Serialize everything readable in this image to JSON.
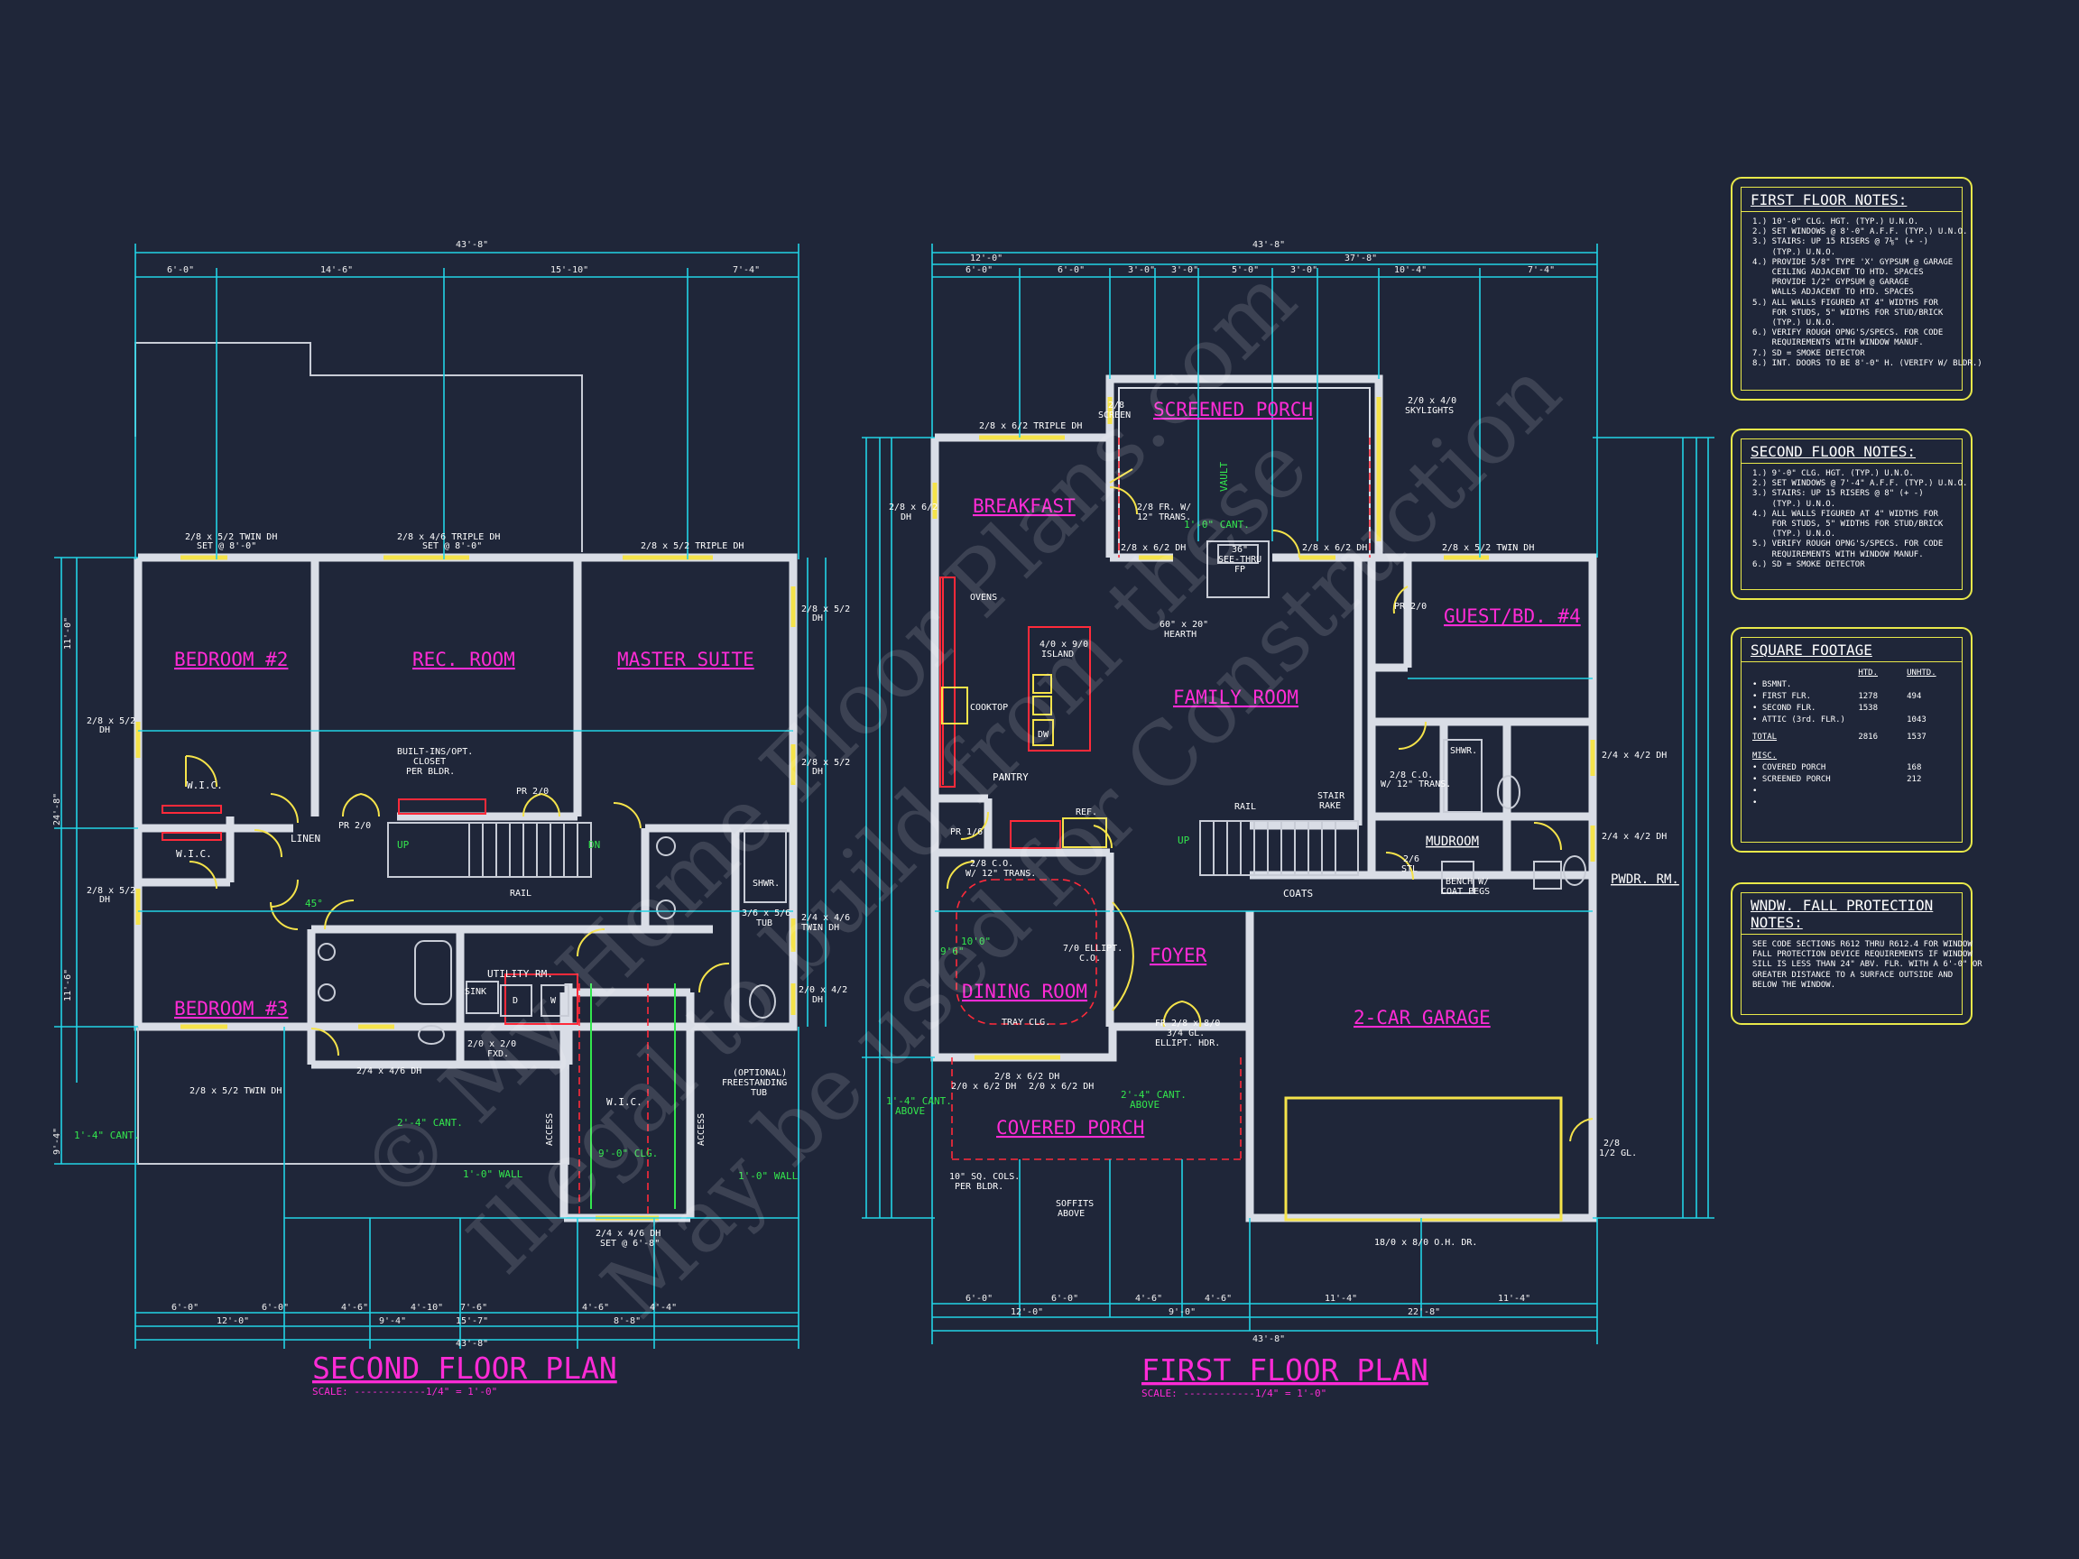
{
  "watermark": {
    "line1": "© My Home Floor Plans.com",
    "line2": "Illegal to build from these",
    "line3": "May be used for Construction"
  },
  "second_floor": {
    "title": "SECOND FLOOR PLAN",
    "scale": "SCALE: ------------1/4\" = 1'-0\"",
    "rooms": {
      "bedroom2": "BEDROOM #2",
      "rec_room": "REC. ROOM",
      "master_suite": "MASTER SUITE",
      "bedroom3": "BEDROOM #3"
    },
    "dims_top": [
      "43'-8\"",
      "6'-0\"",
      "14'-6\"",
      "15'-10\"",
      "7'-4\""
    ],
    "dims_bottom": [
      "6'-0\"",
      "6'-0\"",
      "4'-6\"",
      "4'-10\"",
      "7'-6\"",
      "4'-6\"",
      "4'-4\"",
      "12'-0\"",
      "9'-4\"",
      "8'-8\"",
      "15'-7\"",
      "43'-8\""
    ],
    "dims_left": [
      "11'-0\"",
      "24'-8\"",
      "11'-6\"",
      "9'-4\""
    ],
    "labels": {
      "w1": "2/8 x 5/2 TWIN DH",
      "w1b": "SET @ 8'-0\"",
      "w2": "2/8 x 4/6 TRIPLE DH",
      "w2b": "SET @ 8'-0\"",
      "w3": "2/8 x 5/2 TRIPLE DH",
      "w4": "2/8 x 5/2",
      "w4b": "DH",
      "w5": "2/8 x 5/2",
      "w5b": "DH",
      "w6": "2/8 x 5/2",
      "w6b": "DH",
      "w7": "2/8 x 5/2",
      "w7b": "DH",
      "w8": "2/8 x 5/2 TWIN DH",
      "w9": "2/4 x 4/6 DH",
      "w10": "2/4 x 4/6",
      "w10b": "TWIN DH",
      "w11": "2/0 x 4/2",
      "w11b": "DH",
      "w12": "2/4 x 4/6 DH",
      "w12b": "SET @ 6'-8\"",
      "wic1": "W.I.C.",
      "wic2": "W.I.C.",
      "wic3": "W.I.C.",
      "linen": "LINEN",
      "pr1": "PR 2/0",
      "pr2": "PR 2/0",
      "built_in1": "BUILT-INS/OPT.",
      "built_in2": "CLOSET",
      "built_in3": "PER BLDR.",
      "rail": "RAIL",
      "utility": "UTILITY RM.",
      "sink": "SINK",
      "d": "D",
      "w": "W",
      "fxd1": "2/0 x 2/0",
      "fxd2": "FXD.",
      "shwr": "SHWR.",
      "tub1": "3/6 x 5/6",
      "tub2": "TUB",
      "opt1": "(OPTIONAL)",
      "opt2": "FREESTANDING",
      "opt3": "TUB",
      "cant1": "1'-4\" CANT.",
      "cant2": "2'-4\" CANT.",
      "wall1": "1'-0\" WALL",
      "wall2": "1'-0\" WALL",
      "clg": "9'-0\" CLG.",
      "access1": "ACCESS",
      "access2": "ACCESS",
      "dn": "DN",
      "up": "UP",
      "deg": "45°"
    }
  },
  "first_floor": {
    "title": "FIRST FLOOR PLAN",
    "scale": "SCALE: ------------1/4\" = 1'-0\"",
    "rooms": {
      "screened_porch": "SCREENED PORCH",
      "breakfast": "BREAKFAST",
      "guest": "GUEST/BD. #4",
      "family_room": "FAMILY ROOM",
      "mudroom": "MUDROOM",
      "pwdr": "PWDR. RM.",
      "foyer": "FOYER",
      "dining_room": "DINING ROOM",
      "garage": "2-CAR GARAGE",
      "covered_porch": "COVERED PORCH"
    },
    "dims_top": [
      "43'-8\"",
      "12'-0\"",
      "37'-8\"",
      "6'-0\"",
      "6'-0\"",
      "3'-0\"",
      "3'-0\"",
      "5'-0\"",
      "3'-0\"",
      "10'-4\"",
      "7'-4\""
    ],
    "dims_bottom": [
      "6'-0\"",
      "6'-0\"",
      "4'-6\"",
      "4'-6\"",
      "11'-4\"",
      "11'-4\"",
      "12'-0\"",
      "9'-0\"",
      "22'-8\"",
      "43'-8\""
    ],
    "labels": {
      "screen": "2/8",
      "screen2": "SCREEN",
      "skylight1": "2/0 x 4/0",
      "skylight2": "SKYLIGHTS",
      "vault": "VAULT",
      "triple": "2/8 x 6/2 TRIPLE DH",
      "dh1": "2/8 x 6/2",
      "dh1b": "DH",
      "frw1": "2/8 FR. W/",
      "frw2": "12\" TRANS.",
      "cant0": "1'-0\" CANT.",
      "dh2": "2/8 x 6/2 DH",
      "seethru1": "36\"",
      "seethru2": "SEE-THRU",
      "seethru3": "FP",
      "dh3": "2/8 x 6/2 DH",
      "twin": "2/8 x 5/2 TWIN DH",
      "ovens": "OVENS",
      "island1": "4/0 x 9/0",
      "island2": "ISLAND",
      "hearth1": "60\" x 20\"",
      "hearth2": "HEARTH",
      "cooktop": "COOKTOP",
      "dw": "DW",
      "pantry": "PANTRY",
      "ref": "REF.",
      "pr16": "PR 1/6",
      "co1": "2/8 C.O.",
      "co2": "W/ 12\" TRANS.",
      "rail": "RAIL",
      "stair1": "STAIR",
      "stair2": "RAKE",
      "coats": "COATS",
      "pr20": "PR 2/0",
      "co3": "2/8 C.O.",
      "co4": "W/ 12\" TRANS.",
      "shwr": "SHWR.",
      "stl": "2/6",
      "stl2": "STL",
      "bench1": "BENCH W/",
      "bench2": "COAT PEGS",
      "dh42a": "2/4 x 4/2 DH",
      "dh42b": "2/4 x 4/2 DH",
      "ellipt1": "7/0 ELLIPT.",
      "ellipt2": "C.O.",
      "tray": "TRAY CLG.",
      "v100": "10'0\"",
      "v96": "9'6\"",
      "pr28": "FR 2/8 x 8/0",
      "gl34": "3/4 GL.",
      "ellipt3": "ELLIPT. HDR.",
      "dh4": "2/8 x 6/2 DH",
      "dh5": "2/0 x 6/2 DH",
      "dh6": "2/0 x 6/2 DH",
      "cant1": "1'-4\" CANT.",
      "above1": "ABOVE",
      "cant2": "2'-4\" CANT.",
      "above2": "ABOVE",
      "cols1": "10\" SQ. COLS.",
      "cols2": "PER BLDR.",
      "soffit1": "SOFFITS",
      "soffit2": "ABOVE",
      "ohdr": "18/0 x 8/0 O.H. DR.",
      "gl12a": "2/8",
      "gl12b": "1/2 GL.",
      "up": "UP"
    }
  },
  "notes": {
    "first": {
      "title": "FIRST FLOOR NOTES:",
      "lines": [
        "1.) 10'-0\" CLG. HGT. (TYP.) U.N.O.",
        "2.) SET WINDOWS @ 8'-0\" A.F.F. (TYP.) U.N.O.",
        "3.) STAIRS: UP 15 RISERS @ 7⅛\" (+ -)",
        "    (TYP.) U.N.O.",
        "4.) PROVIDE 5/8\" TYPE 'X' GYPSUM @ GARAGE",
        "    CEILING ADJACENT TO HTD. SPACES",
        "    PROVIDE 1/2\" GYPSUM @ GARAGE",
        "    WALLS ADJACENT TO HTD. SPACES",
        "5.) ALL WALLS FIGURED AT 4\" WIDTHS FOR",
        "    FOR STUDS, 5\" WIDTHS FOR STUD/BRICK",
        "    (TYP.) U.N.O.",
        "6.) VERIFY ROUGH OPNG'S/SPECS. FOR CODE",
        "    REQUIREMENTS WITH WINDOW MANUF.",
        "7.) SD = SMOKE DETECTOR",
        "8.) INT. DOORS TO BE 8'-0\" H. (VERIFY W/ BLDR.)"
      ]
    },
    "second": {
      "title": "SECOND FLOOR NOTES:",
      "lines": [
        "1.) 9'-0\" CLG. HGT. (TYP.) U.N.O.",
        "2.) SET WINDOWS @ 7'-4\" A.F.F. (TYP.) U.N.O.",
        "3.) STAIRS: UP 15 RISERS @ 8\" (+ -)",
        "    (TYP.) U.N.O.",
        "4.) ALL WALLS FIGURED AT 4\" WIDTHS FOR",
        "    FOR STUDS, 5\" WIDTHS FOR STUD/BRICK",
        "    (TYP.) U.N.O.",
        "5.) VERIFY ROUGH OPNG'S/SPECS. FOR CODE",
        "    REQUIREMENTS WITH WINDOW MANUF.",
        "6.) SD = SMOKE DETECTOR"
      ]
    },
    "sqft": {
      "title": "SQUARE FOOTAGE",
      "header_htd": "HTD.",
      "header_unhtd": "UNHTD.",
      "rows": [
        {
          "label": "• BSMNT.",
          "htd": "",
          "unhtd": ""
        },
        {
          "label": "• FIRST FLR.",
          "htd": "1278",
          "unhtd": "494"
        },
        {
          "label": "• SECOND FLR.",
          "htd": "1538",
          "unhtd": ""
        },
        {
          "label": "• ATTIC (3rd. FLR.)",
          "htd": "",
          "unhtd": "1043"
        }
      ],
      "total_label": "TOTAL",
      "total_htd": "2816",
      "total_unhtd": "1537",
      "misc_label": "MISC.",
      "misc": [
        {
          "label": "• COVERED PORCH",
          "val": "168"
        },
        {
          "label": "• SCREENED PORCH",
          "val": "212"
        },
        {
          "label": "•",
          "val": ""
        },
        {
          "label": "•",
          "val": ""
        }
      ]
    },
    "fall": {
      "title": "WNDW. FALL PROTECTION NOTES:",
      "lines": [
        "SEE CODE SECTIONS R612 THRU R612.4 FOR WINDOW",
        "FALL PROTECTION DEVICE REQUIREMENTS IF WINDOW",
        "SILL IS LESS THAN 24\" ABV. FLR. WITH A 6'-0\" OR",
        "GREATER DISTANCE TO A SURFACE OUTSIDE AND",
        "BELOW THE WINDOW."
      ]
    }
  }
}
